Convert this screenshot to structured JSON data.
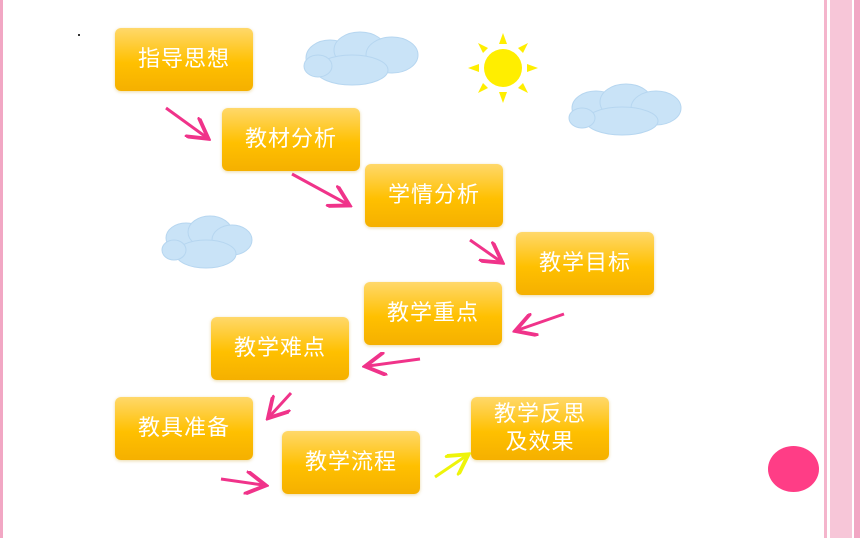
{
  "colors": {
    "box_top": "#ffd86a",
    "box_bottom": "#ffc000",
    "box_text": "#ffffff",
    "arrow_pink": "#f0338a",
    "arrow_yellow": "#eef40a",
    "cloud": "#c9e3f7",
    "sun": "#ffee00",
    "frame_pink": "#f2a7c4",
    "accent_circle": "#ff3d86"
  },
  "steps": [
    {
      "id": "guiding-ideas",
      "label": "指导思想"
    },
    {
      "id": "textbook-analysis",
      "label": "教材分析"
    },
    {
      "id": "student-analysis",
      "label": "学情分析"
    },
    {
      "id": "teaching-goals",
      "label": "教学目标"
    },
    {
      "id": "teaching-key-points",
      "label": "教学重点"
    },
    {
      "id": "teaching-difficulties",
      "label": "教学难点"
    },
    {
      "id": "teaching-aids",
      "label": "教具准备"
    },
    {
      "id": "teaching-process",
      "label": "教学流程"
    },
    {
      "id": "reflection-effect",
      "label": "教学反思\n及效果"
    }
  ],
  "decorations": [
    "sun-icon",
    "cloud-icon",
    "cloud-icon",
    "cloud-icon",
    "circle-shape"
  ]
}
